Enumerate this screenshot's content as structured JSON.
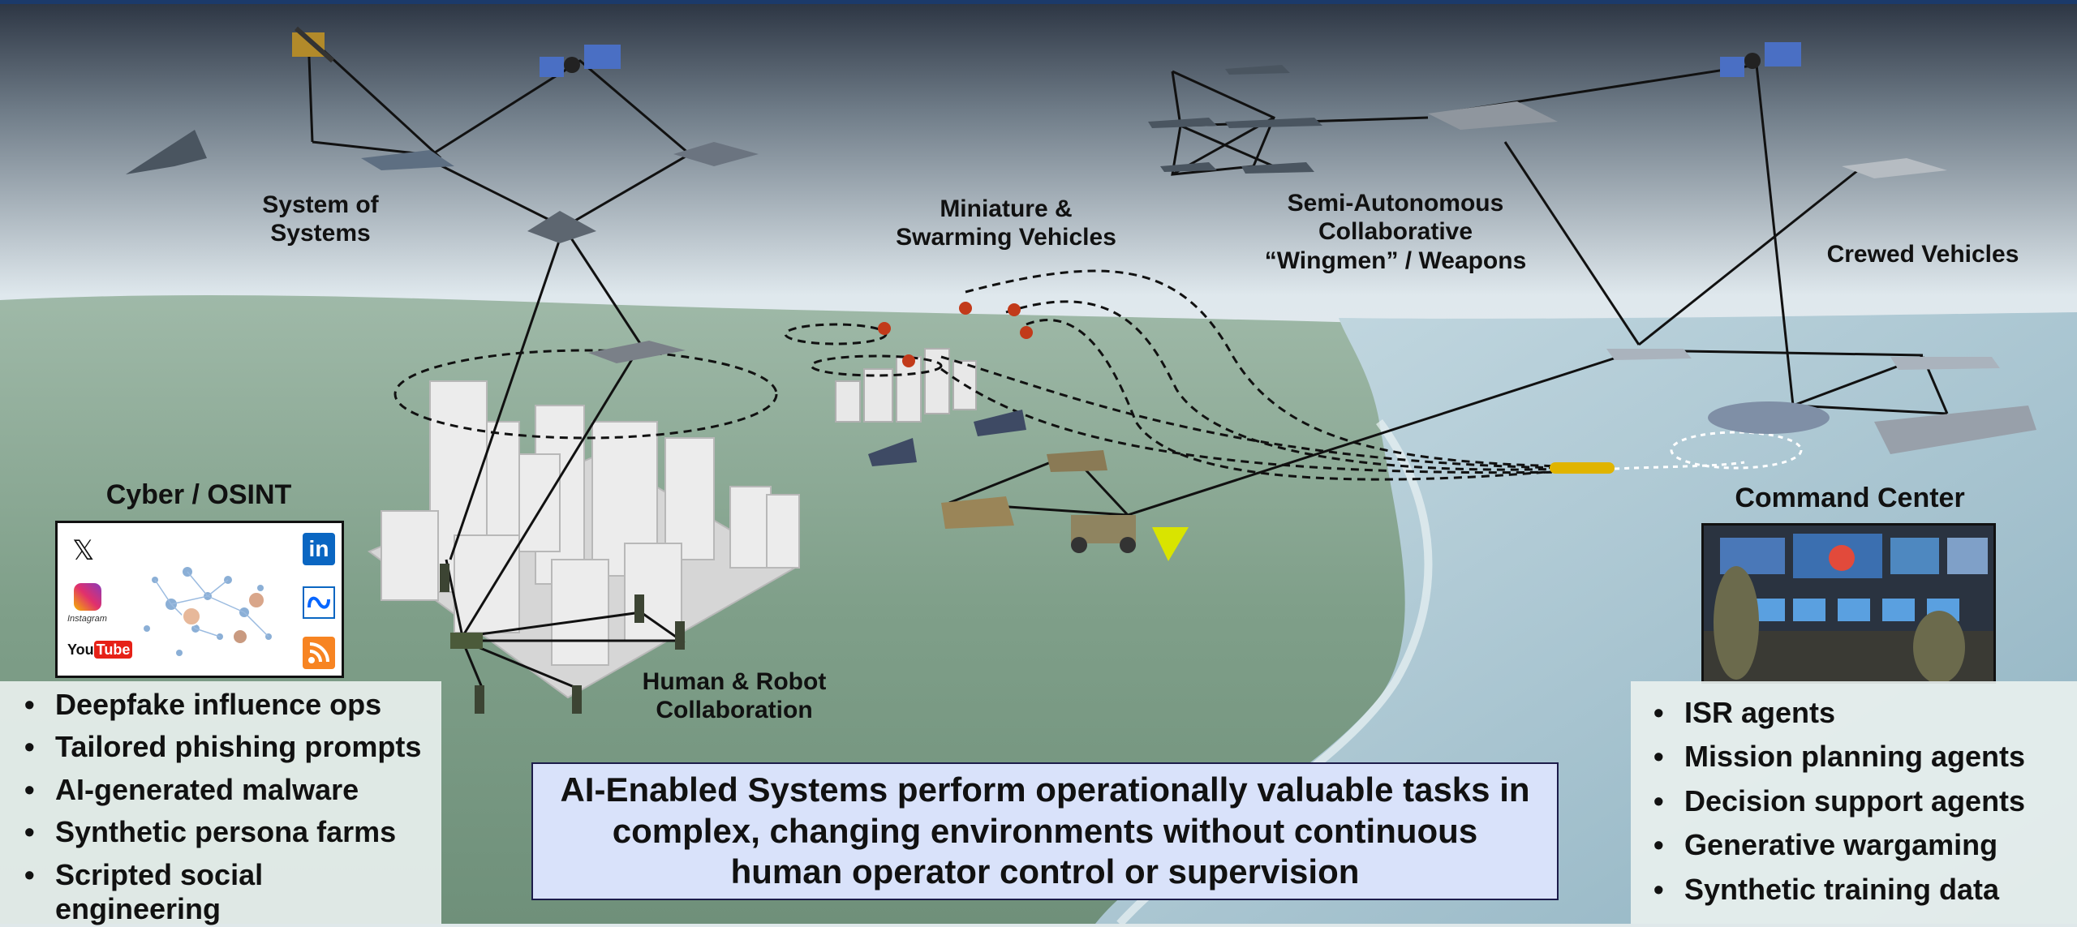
{
  "labels": {
    "system_of_systems": "System of\nSystems",
    "miniature_swarming": "Miniature &\nSwarming Vehicles",
    "semi_autonomous": "Semi-Autonomous\nCollaborative\n“Wingmen” / Weapons",
    "crewed_vehicles": "Crewed Vehicles",
    "cyber_osint": "Cyber / OSINT",
    "command_center": "Command Center",
    "human_robot": "Human & Robot\nCollaboration"
  },
  "social_icons": {
    "x": "𝕏",
    "linkedin": "in",
    "instagram_caption": "Instagram",
    "youtube_you": "You",
    "youtube_tube": "Tube"
  },
  "cyber_list": [
    "Deepfake influence ops",
    "Tailored phishing prompts",
    "AI-generated malware",
    "Synthetic persona farms",
    "Scripted social\nengineering"
  ],
  "command_list": [
    "ISR agents",
    "Mission planning agents",
    "Decision support agents",
    "Generative wargaming",
    "Synthetic training data"
  ],
  "summary": "AI-Enabled Systems perform operationally valuable tasks in complex, changing environments without continuous human operator control or supervision",
  "colors": {
    "sky_top": "#2d3645",
    "sky_bottom": "#e6eef2",
    "terrain": "#8fae9a",
    "sea": "#a9c7d4",
    "summary_fill": "#d9e2fa",
    "summary_border": "#1c1c4a",
    "link_line": "#111111",
    "highlight_triangle": "#d9e400"
  }
}
